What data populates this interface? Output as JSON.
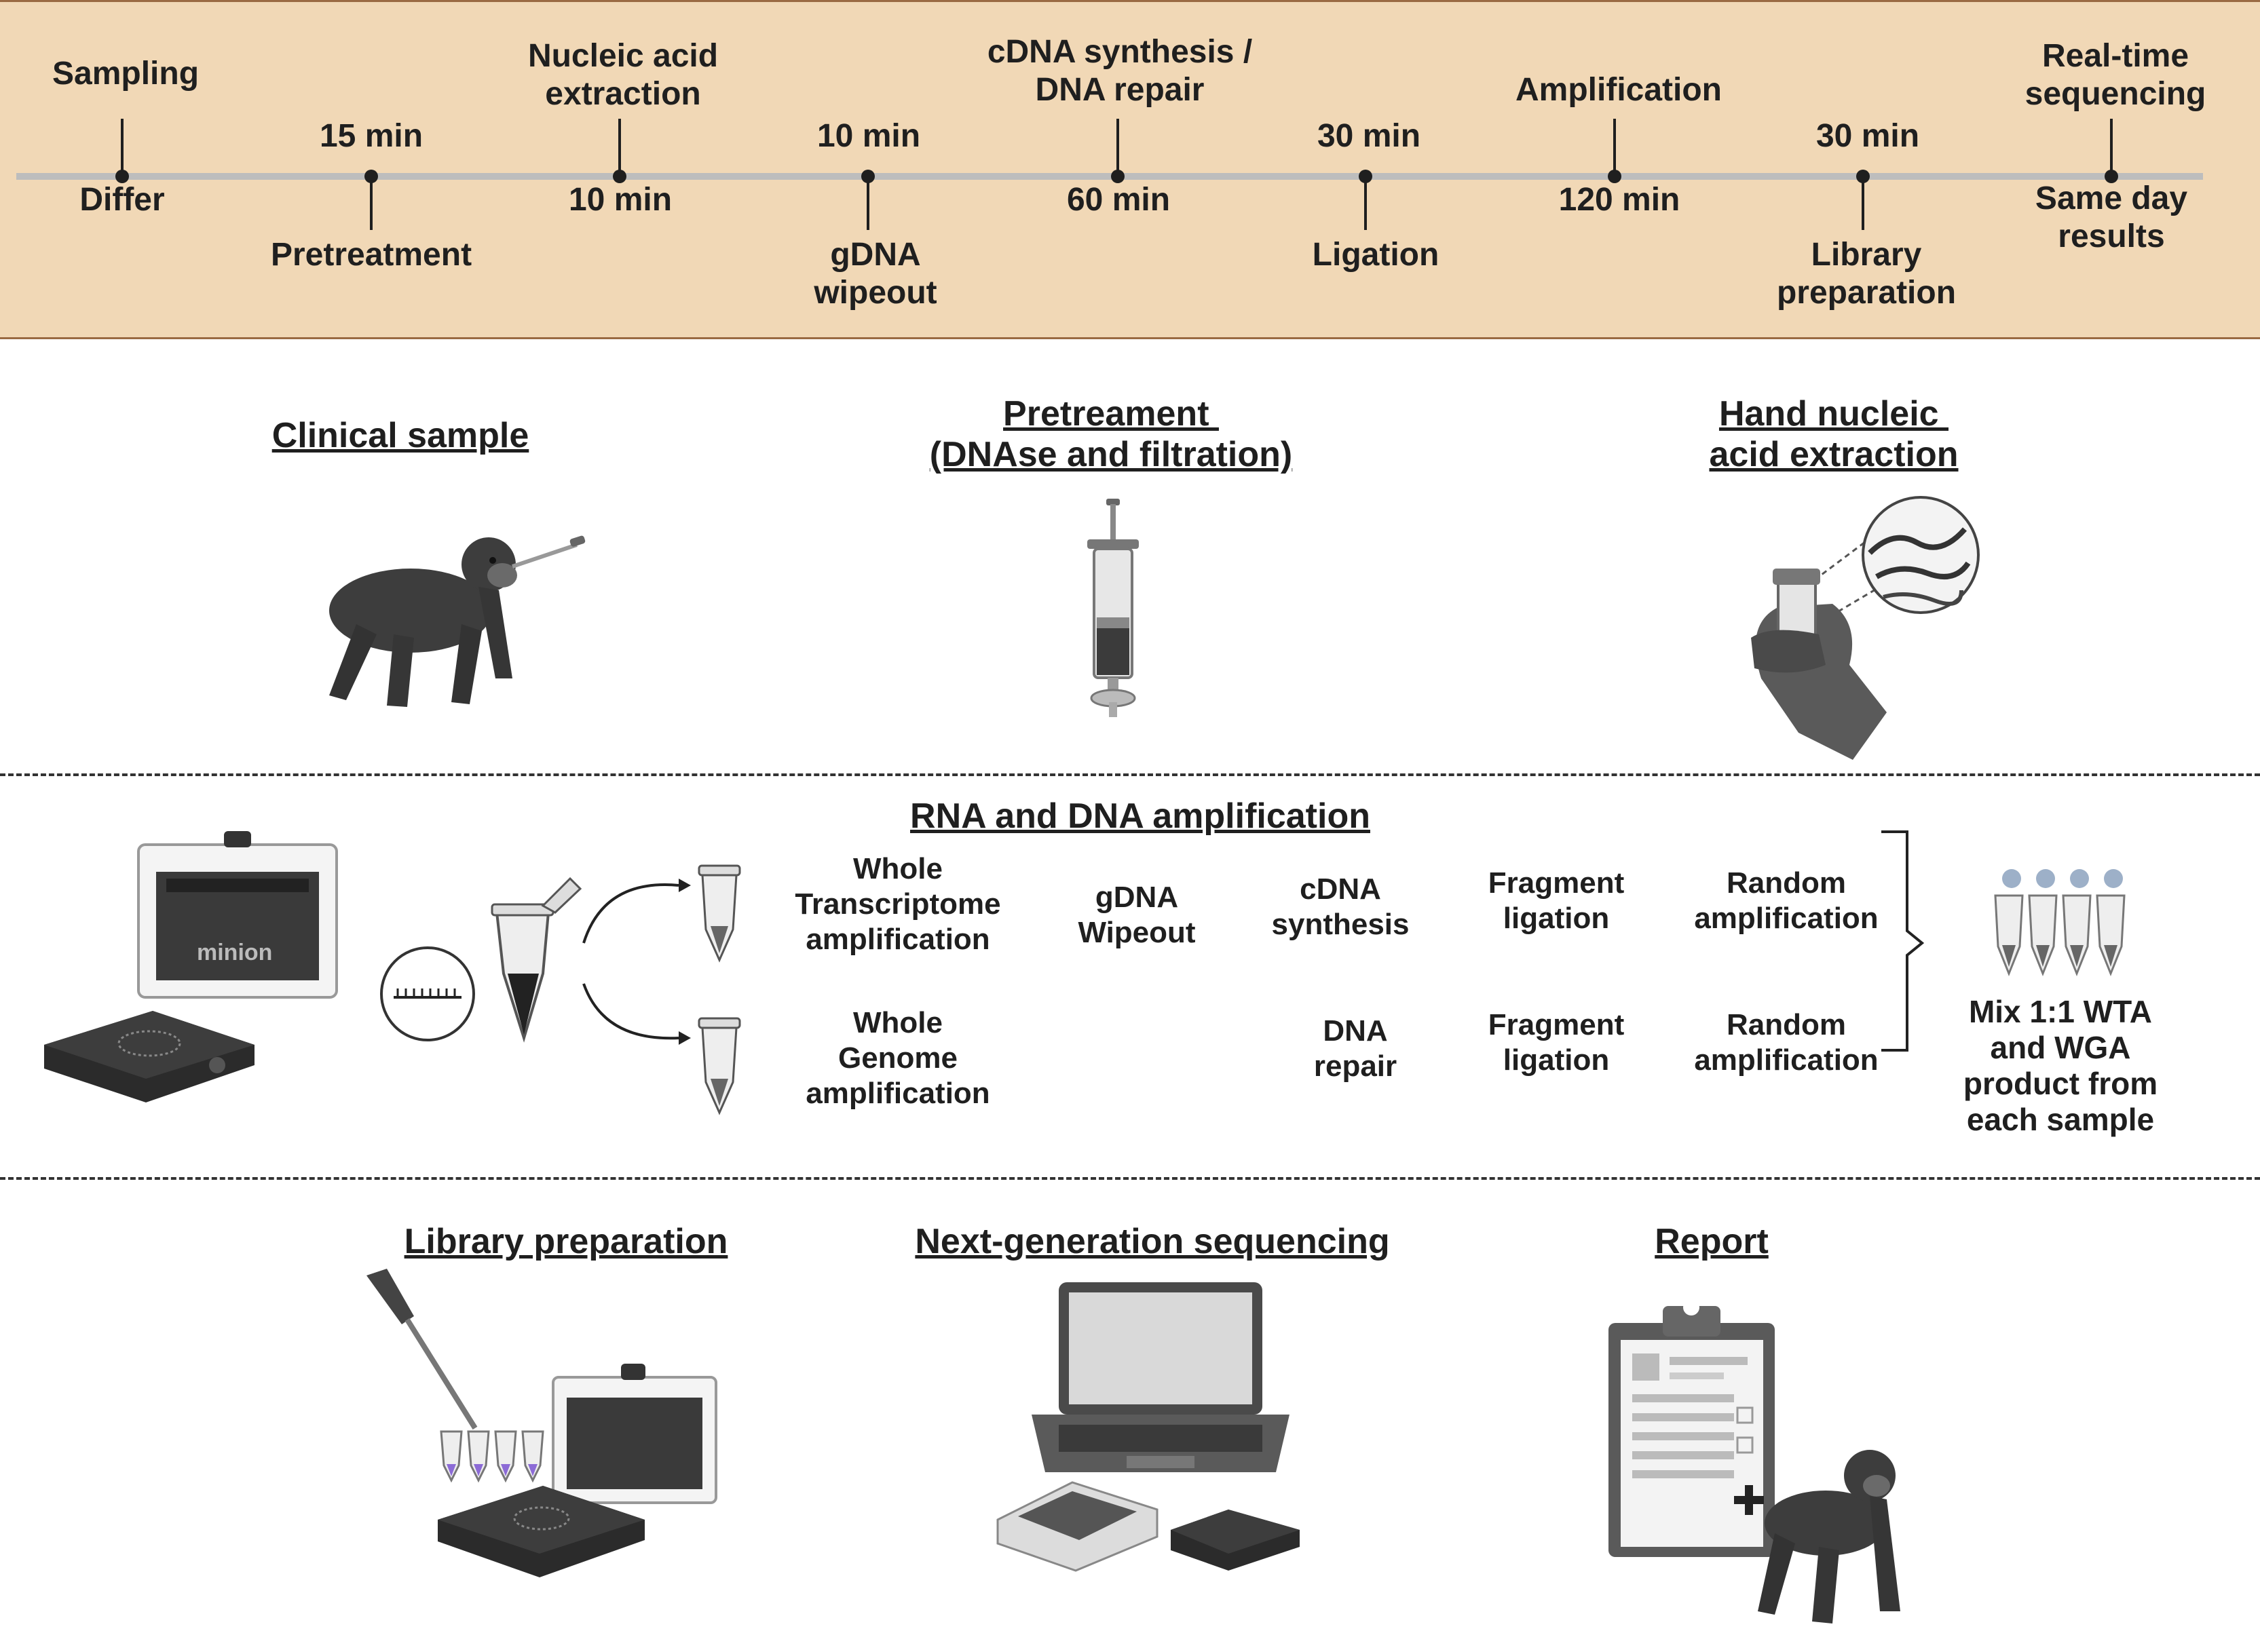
{
  "timeline": {
    "top_labels": [
      "Sampling",
      "15 min",
      "Nucleic acid\nextraction",
      "10 min",
      "cDNA synthesis /\nDNA repair",
      "30 min",
      "Amplification",
      "30 min",
      "Real-time\nsequencing"
    ],
    "bottom_labels": [
      "Differ",
      "Pretreatment",
      "10 min",
      "gDNA\nwipeout",
      "60 min",
      "Ligation",
      "120 min",
      "Library\npreparation",
      "Same day\nresults"
    ]
  },
  "section1": {
    "clinical_sample": "Clinical sample",
    "pretreatment": "Pretreament \n(DNAse and filtration)",
    "hand_extraction": "Hand nucleic \nacid extraction"
  },
  "section2": {
    "title": "RNA and DNA amplification",
    "top_row": [
      "Whole\nTranscriptome\namplification",
      "gDNA\nWipeout",
      "cDNA\nsynthesis",
      "Fragment\nligation",
      "Random\namplification"
    ],
    "bottom_row": [
      "Whole\nGenome\namplification",
      "DNA\nrepair",
      "Fragment\nligation",
      "Random\namplification"
    ],
    "mix_label": "Mix 1:1 WTA\nand WGA\nproduct from\neach sample",
    "device_text": "minion"
  },
  "section3": {
    "library_prep": "Library preparation",
    "ngs": "Next-generation sequencing",
    "report": "Report"
  }
}
